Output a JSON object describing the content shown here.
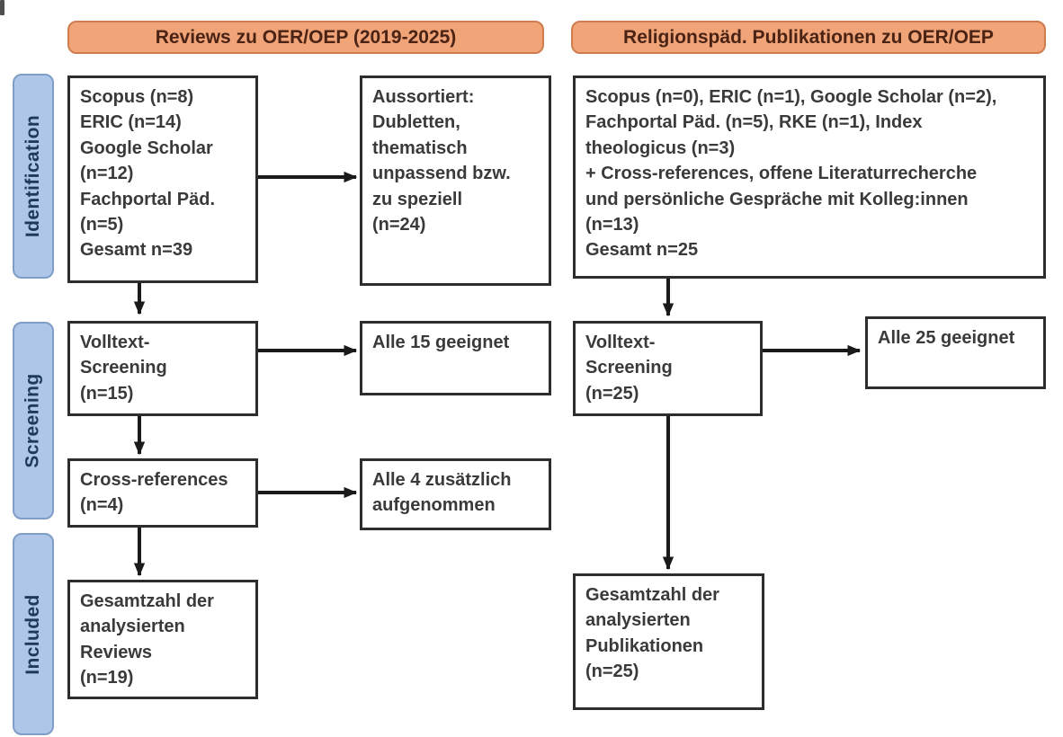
{
  "headers": {
    "left": "Reviews zu OER/OEP (2019-2025)",
    "right": "Religionspäd. Publikationen zu OER/OEP"
  },
  "stages": {
    "identification": "Identification",
    "screening": "Screening",
    "included": "Included"
  },
  "left_flow": {
    "sources": "Scopus (n=8)\nERIC (n=14)\nGoogle Scholar\n(n=12)\nFachportal Päd.\n(n=5)\nGesamt n=39",
    "excluded": "Aussortiert:\nDubletten,\nthematisch\nunpassend bzw.\nzu speziell\n(n=24)",
    "fulltext": "Volltext-\nScreening\n(n=15)",
    "fulltext_result": "Alle 15 geeignet",
    "crossref": "Cross-references\n(n=4)",
    "crossref_result": "Alle 4 zusätzlich\naufgenommen",
    "total": "Gesamtzahl der\nanalysierten\nReviews\n(n=19)"
  },
  "right_flow": {
    "sources": "Scopus (n=0), ERIC (n=1), Google Scholar (n=2),\nFachportal Päd. (n=5), RKE (n=1), Index\ntheologicus (n=3)\n+ Cross-references, offene Literaturrecherche\nund persönliche Gespräche mit Kolleg:innen\n(n=13)\nGesamt n=25",
    "fulltext": "Volltext-\nScreening\n(n=25)",
    "fulltext_result": "Alle 25 geeignet",
    "total": "Gesamtzahl der\nanalysierten\nPublikationen\n(n=25)"
  },
  "colors": {
    "header_fill": "#f0a478",
    "header_border": "#cf7c4e",
    "header_text": "#4a2315",
    "stage_fill": "#aec7e8",
    "stage_border": "#7f9dc6",
    "stage_text": "#1d3a5c",
    "box_border": "#2d2d2d",
    "box_text": "#3a3a3a",
    "arrow": "#1a1a1a"
  }
}
